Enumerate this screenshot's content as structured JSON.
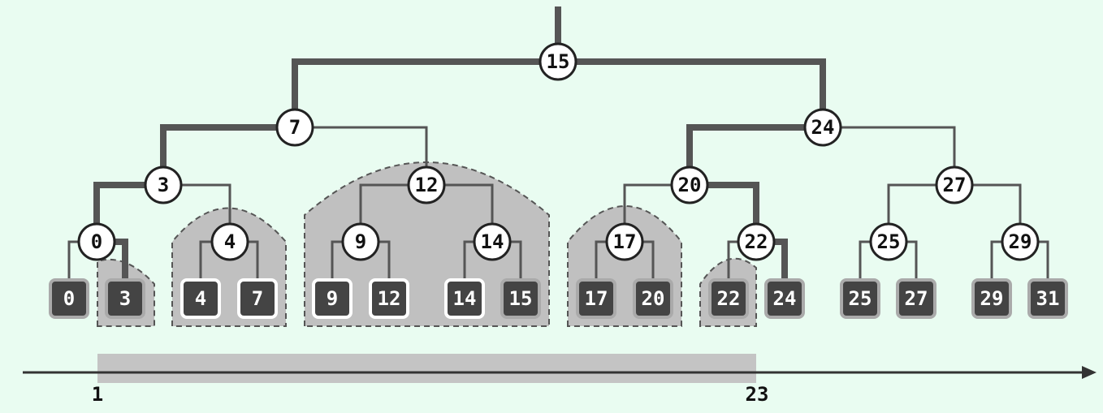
{
  "colors": {
    "background": "#e9fcf1",
    "edge": "#555555",
    "node_fill": "#ffffff",
    "node_stroke": "#222222",
    "leaf_fill": "#444444",
    "leaf_text": "#ffffff",
    "region_fill": "#c0c0c0",
    "region_stroke": "#555555",
    "query_bar": "#c4c4c4",
    "axis": "#333333"
  },
  "internal_nodes": [
    "15",
    "7",
    "24",
    "3",
    "12",
    "20",
    "27",
    "0",
    "4",
    "9",
    "14",
    "17",
    "22",
    "25",
    "29"
  ],
  "leaves": [
    "0",
    "3",
    "4",
    "7",
    "9",
    "12",
    "14",
    "15",
    "17",
    "20",
    "22",
    "24",
    "25",
    "27",
    "29",
    "31"
  ],
  "query_range": {
    "start": "1",
    "end": "23"
  }
}
